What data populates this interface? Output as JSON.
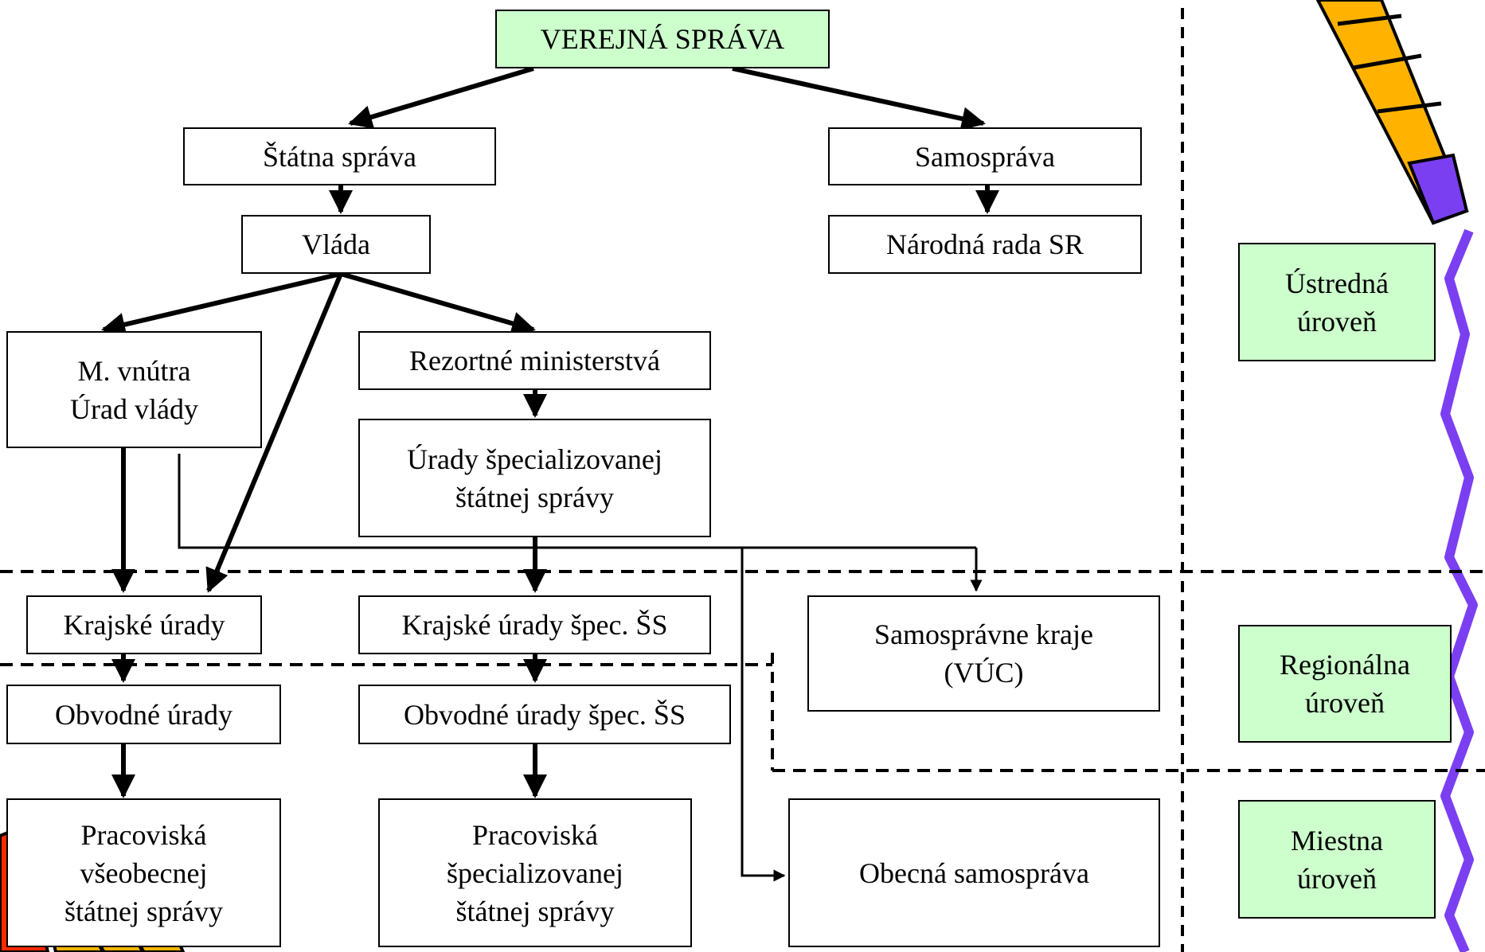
{
  "boxes": {
    "verejna_sprava": "VEREJNÁ SPRÁVA",
    "statna_sprava": "Štátna správa",
    "samosprava": "Samospráva",
    "vlada": "Vláda",
    "narodna_rada": "Národná rada SR",
    "m_vnutra": "M. vnútra\nÚrad vlády",
    "rezortne_ministerstva": "Rezortné ministerstvá",
    "urady_specializovanej": "Úrady špecializovanej\nštátnej správy",
    "krajske_urady": "Krajské úrady",
    "krajske_urady_spec": "Krajské úrady špec. ŠS",
    "samospravne_kraje": "Samosprávne kraje\n(VÚC)",
    "obvodne_urady": "Obvodné úrady",
    "obvodne_urady_spec": "Obvodné úrady špec. ŠS",
    "pracoviska_vseobecnej": "Pracoviská\nvšeobecnej\nštátnej správy",
    "pracoviska_specializovanej": "Pracoviská\nšpecializovanej\nštátnej správy",
    "obecna_samosprava": "Obecná samospráva"
  },
  "levels": {
    "ustredna": "Ústredná\núroveň",
    "regionalna": "Regionálna\núroveň",
    "miestna": "Miestna\núroveň"
  },
  "colors": {
    "level_box": "#ccffcc",
    "lines": "#000000",
    "pen_purple": "#7b3ff2",
    "pen_orange": "#ffb300"
  },
  "icons": [
    "pen-clipart-icon",
    "pen-scribble-line"
  ]
}
